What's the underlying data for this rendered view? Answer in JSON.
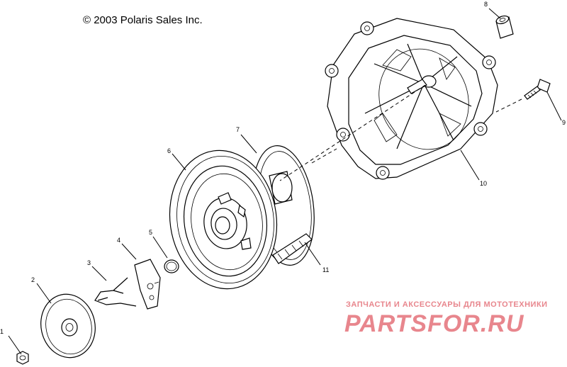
{
  "copyright": "© 2003 Polaris Sales Inc.",
  "callouts": {
    "c1": "1",
    "c2": "2",
    "c3": "3",
    "c4": "4",
    "c5": "5",
    "c6": "6",
    "c7": "7",
    "c8": "8",
    "c9": "9",
    "c10": "10",
    "c11": "11"
  },
  "watermark": {
    "tagline": "ЗАПЧАСТИ И АКСЕССУАРЫ ДЛЯ МОТОТЕХНИКИ",
    "brand": "PARTSFOR.RU",
    "color": "#e8868d"
  }
}
